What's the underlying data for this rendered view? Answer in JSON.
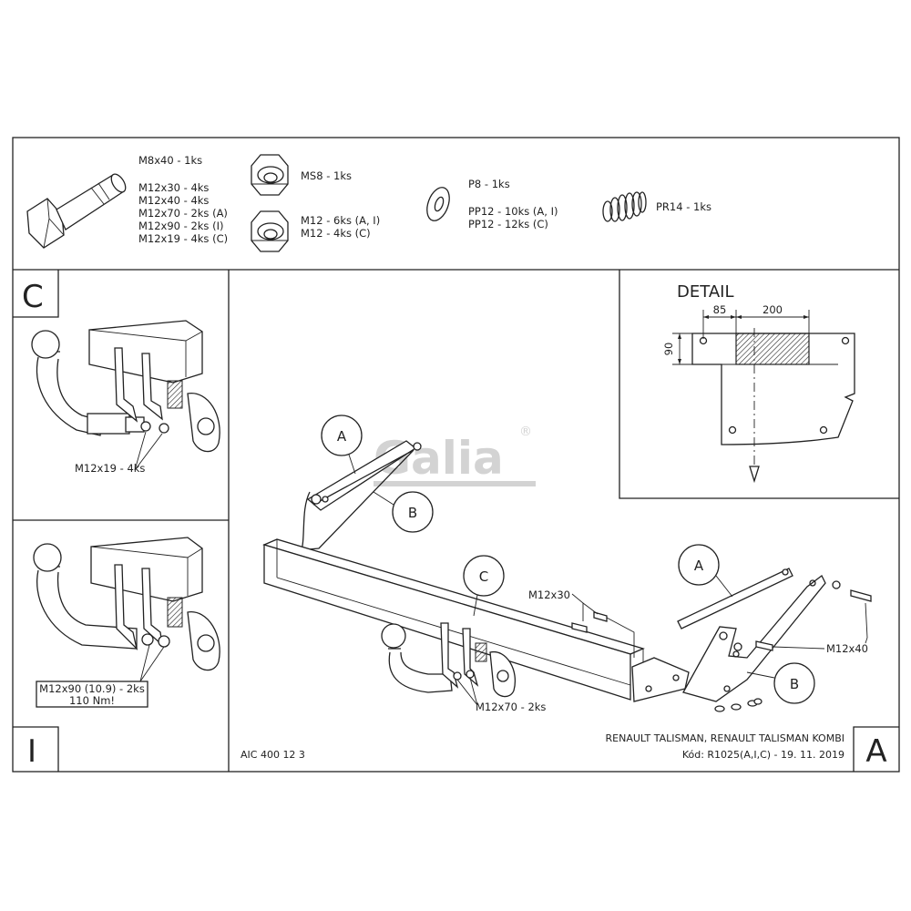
{
  "hardware": {
    "bolt_lines": [
      "M8x40 - 1ks",
      "M12x30 - 4ks",
      "M12x40 - 4ks",
      "M12x70 - 2ks (A)",
      "M12x90 - 2ks (I)",
      "M12x19 - 4ks (C)"
    ],
    "nut_ms8": "MS8 - 1ks",
    "nut_m12_lines": [
      "M12 - 6ks (A, I)",
      "M12 - 4ks (C)"
    ],
    "washer_p8": "P8 - 1ks",
    "washer_pp12_lines": [
      "PP12 - 10ks (A, I)",
      "PP12 - 12ks (C)"
    ],
    "spring": "PR14 - 1ks"
  },
  "panel_c": {
    "letter": "C",
    "label": "M12x19 - 4ks"
  },
  "panel_i": {
    "letter": "I",
    "label_lines": [
      "M12x90 (10.9) - 2ks",
      "110 Nm!"
    ]
  },
  "detail": {
    "title": "DETAIL",
    "dim_85": "85",
    "dim_200": "200",
    "dim_90": "90"
  },
  "main": {
    "callout_a": "A",
    "callout_b": "B",
    "callout_c": "C",
    "m12x30": "M12x30",
    "m12x40": "M12x40",
    "m12x70": "M12x70 - 2ks",
    "letter": "A"
  },
  "logo": {
    "text": "Galia",
    "reg": "®"
  },
  "footer": {
    "code": "AIC 400 12 3",
    "model": "RENAULT TALISMAN, RENAULT TALISMAN KOMBI",
    "kod": "Kód: R1025(A,I,C) - 19. 11. 2019"
  }
}
